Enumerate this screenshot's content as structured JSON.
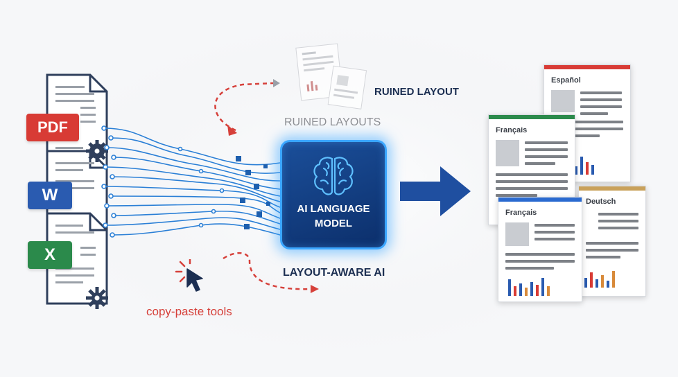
{
  "labels": {
    "ruined_layout": "RUINED LAYOUT",
    "ruined_layouts": "RUINED LAYOUTS",
    "layout_aware": "LAYOUT-AWARE AI",
    "copy_paste": "copy-paste tools"
  },
  "ai_box": {
    "title_line1": "AI LANGUAGE",
    "title_line2": "MODEL",
    "icon": "brain-icon"
  },
  "source_files": [
    {
      "label": "PDF",
      "color": "#d83b35"
    },
    {
      "label": "W",
      "color": "#2a5bb0"
    },
    {
      "label": "X",
      "color": "#2b8a4b"
    }
  ],
  "output_docs": [
    {
      "language": "Español",
      "accent": "#d83b35"
    },
    {
      "language": "Français",
      "accent": "#2b8a4b"
    },
    {
      "language": "Deutsch",
      "accent": "#c9a15a"
    },
    {
      "language": "Français",
      "accent": "#2a6ad0"
    }
  ],
  "colors": {
    "arrow": "#1f4fa0",
    "dashed_arrow": "#d6403a",
    "circuit": "#2a7fd6",
    "ai_glow": "#3aa6ff"
  }
}
